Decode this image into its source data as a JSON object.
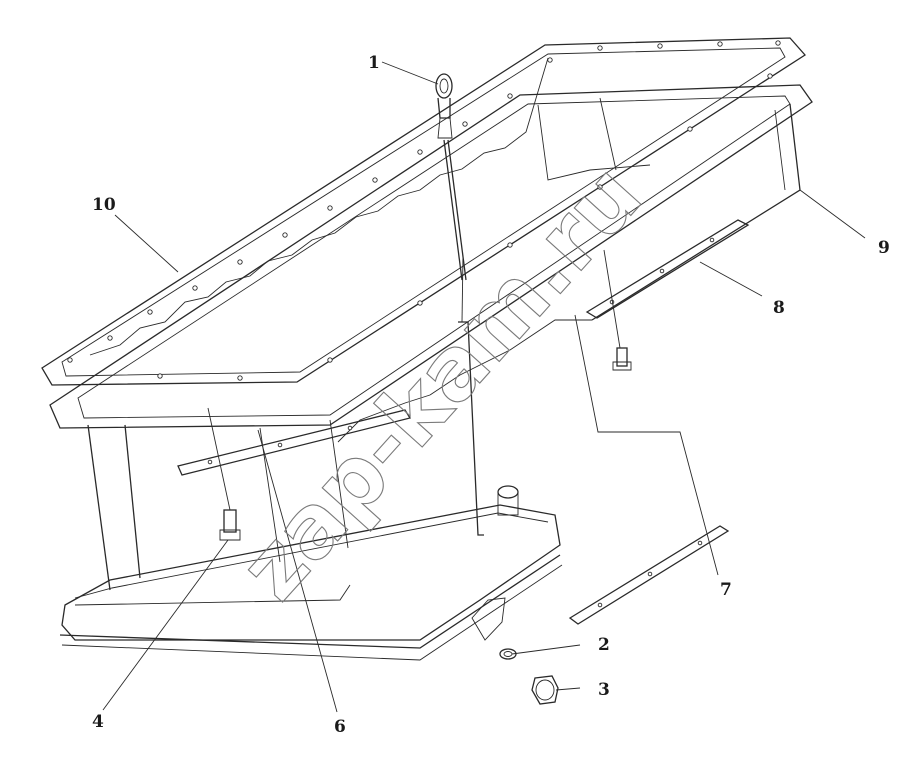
{
  "callouts": [
    {
      "id": "1",
      "text": "1"
    },
    {
      "id": "2",
      "text": "2"
    },
    {
      "id": "3",
      "text": "3"
    },
    {
      "id": "4",
      "text": "4"
    },
    {
      "id": "6",
      "text": "6"
    },
    {
      "id": "7",
      "text": "7"
    },
    {
      "id": "8",
      "text": "8"
    },
    {
      "id": "9",
      "text": "9"
    },
    {
      "id": "10",
      "text": "10"
    }
  ],
  "watermark": "zap-kam.ru"
}
